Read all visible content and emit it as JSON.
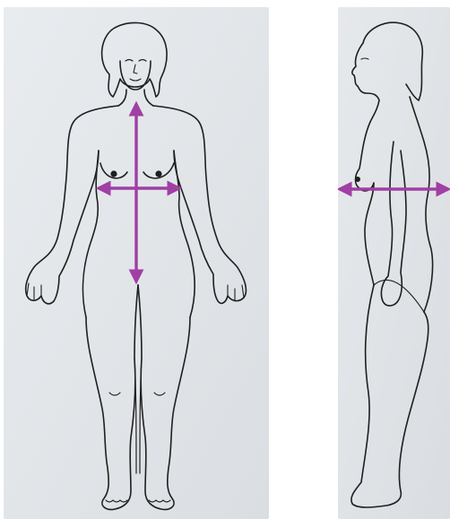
{
  "figures": [
    {
      "id": "front",
      "view": "front",
      "arrows": [
        "vertical-torso-arrow",
        "horizontal-waist-arrow"
      ]
    },
    {
      "id": "side",
      "view": "side",
      "arrows": [
        "horizontal-depth-arrow"
      ]
    }
  ],
  "colors": {
    "paper": "#e4e7ea",
    "paper_shadow": "#d6dade",
    "line": "#1f1f1f",
    "arrow": "#a03fa4",
    "page_background": "#ffffff"
  }
}
